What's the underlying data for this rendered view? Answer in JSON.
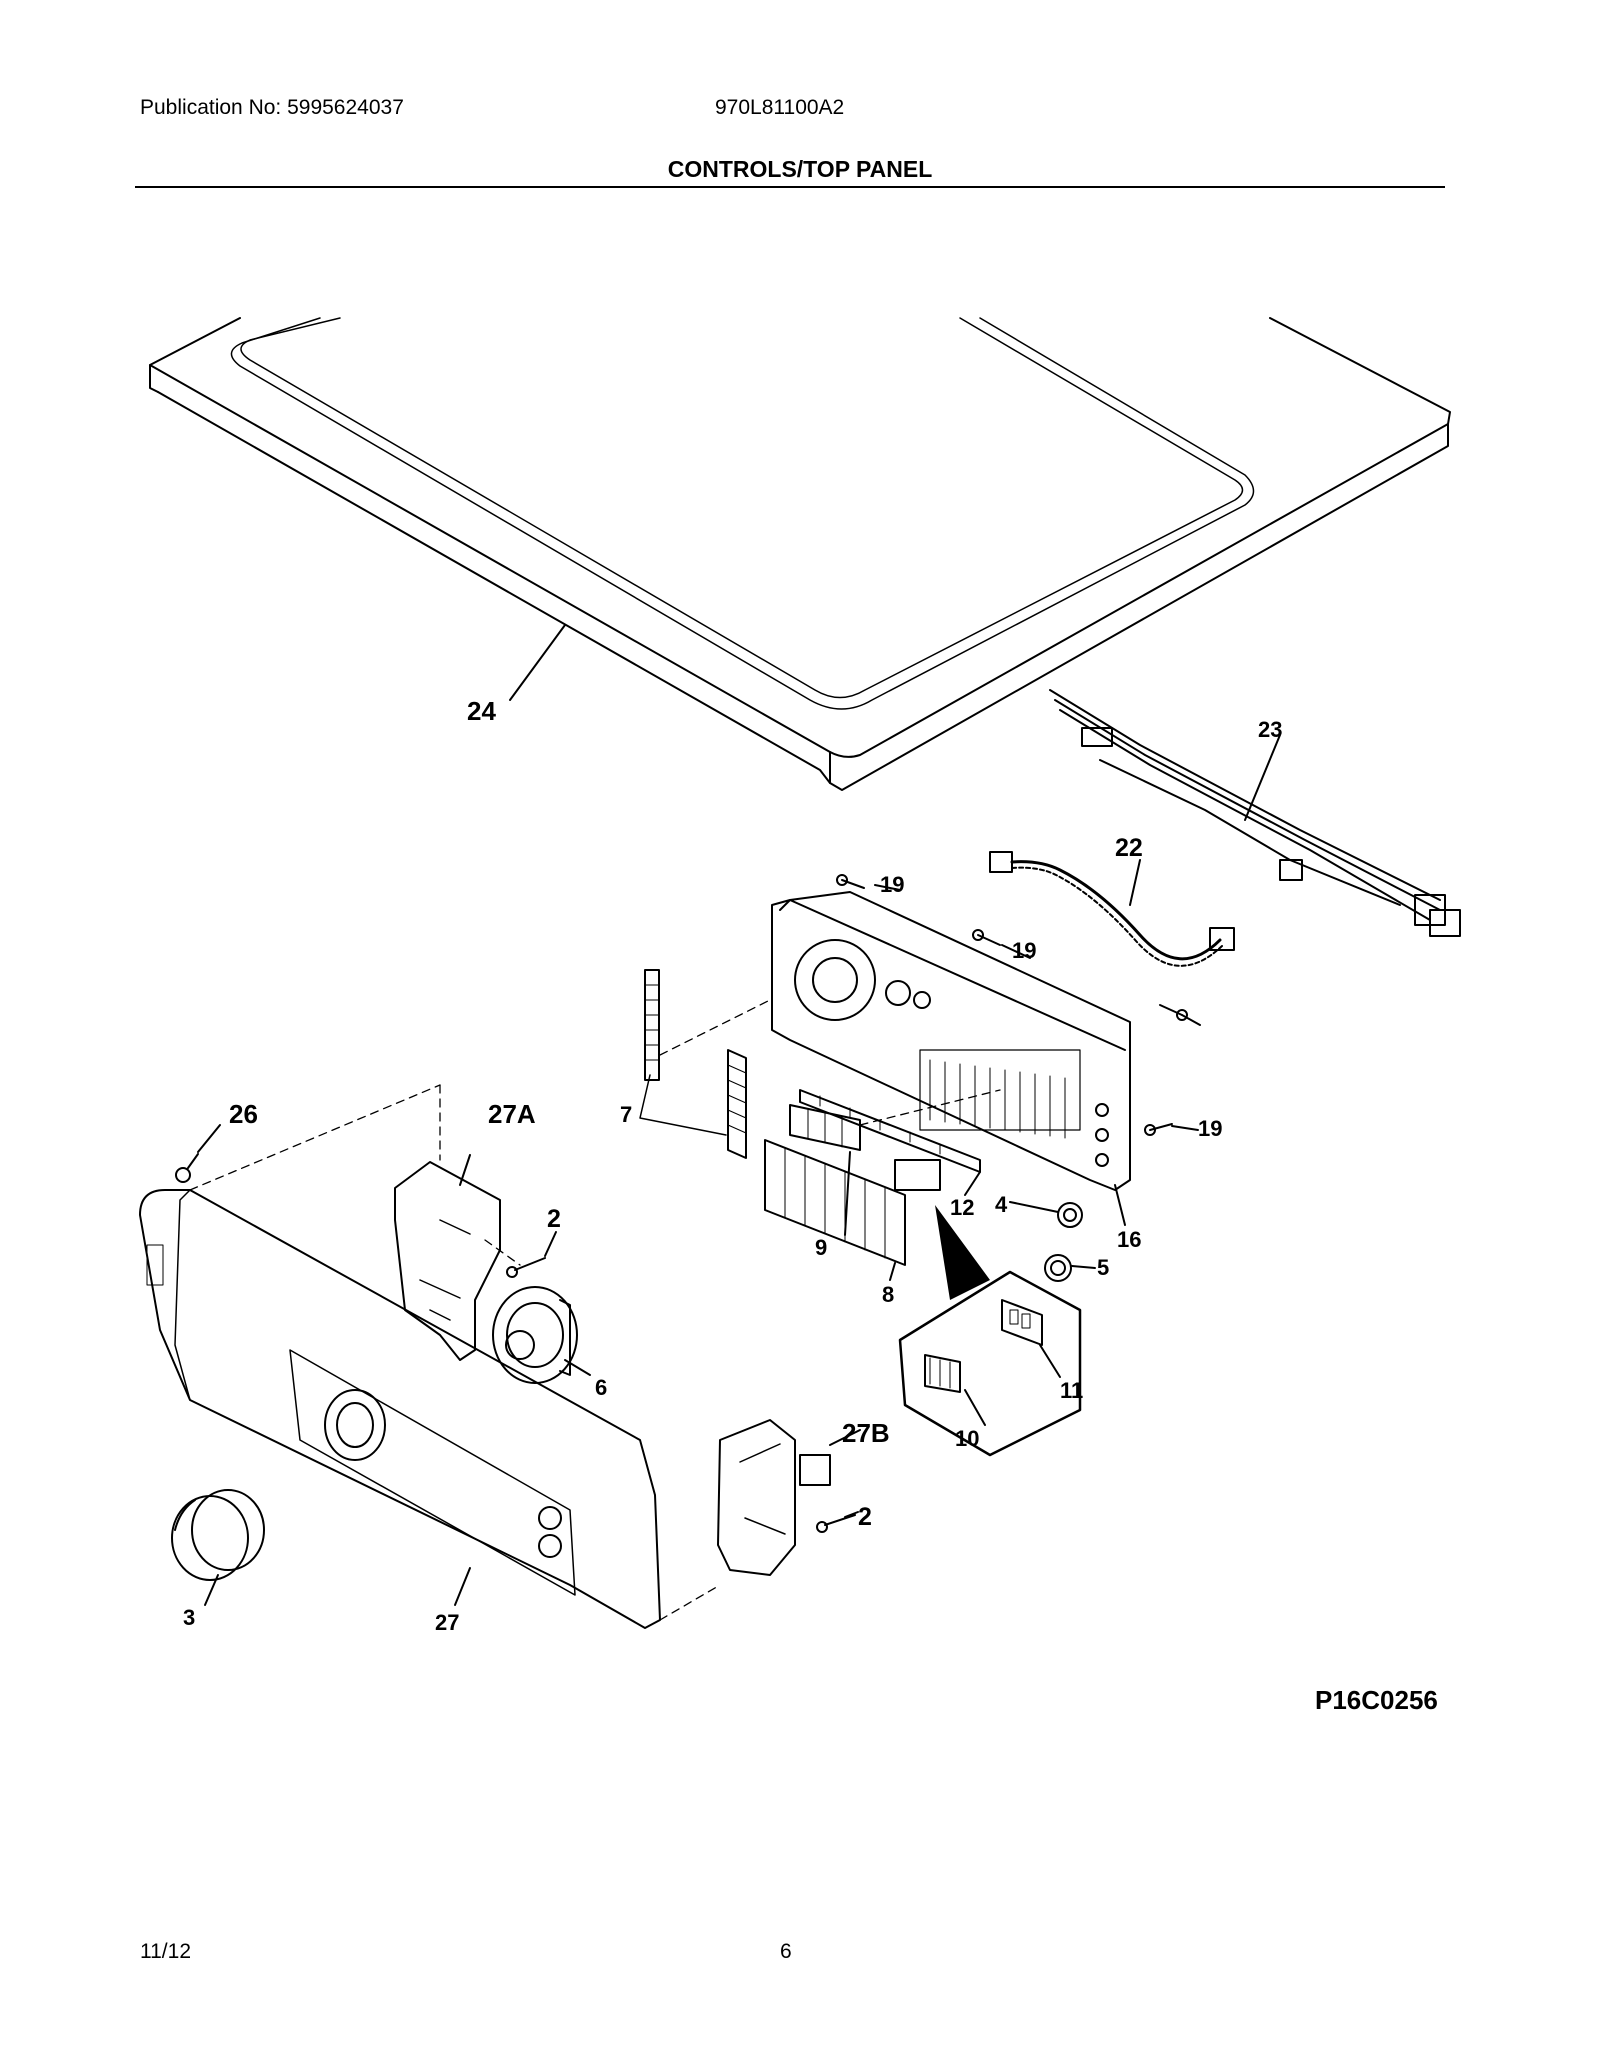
{
  "header": {
    "publication": "Publication No: 5995624037",
    "model": "970L81100A2",
    "title": "CONTROLS/TOP PANEL"
  },
  "callouts": {
    "c24": "24",
    "c23": "23",
    "c22": "22",
    "c19a": "19",
    "c19b": "19",
    "c19c": "19",
    "c7": "7",
    "c12": "12",
    "c4": "4",
    "c16": "16",
    "c5": "5",
    "c9": "9",
    "c8": "8",
    "c26": "26",
    "c27A": "27A",
    "c2a": "2",
    "c6": "6",
    "c11": "11",
    "c10": "10",
    "c27B": "27B",
    "c2b": "2",
    "c3": "3",
    "c27": "27"
  },
  "diagram_code": "P16C0256",
  "footer": {
    "date": "11/12",
    "page": "6"
  }
}
